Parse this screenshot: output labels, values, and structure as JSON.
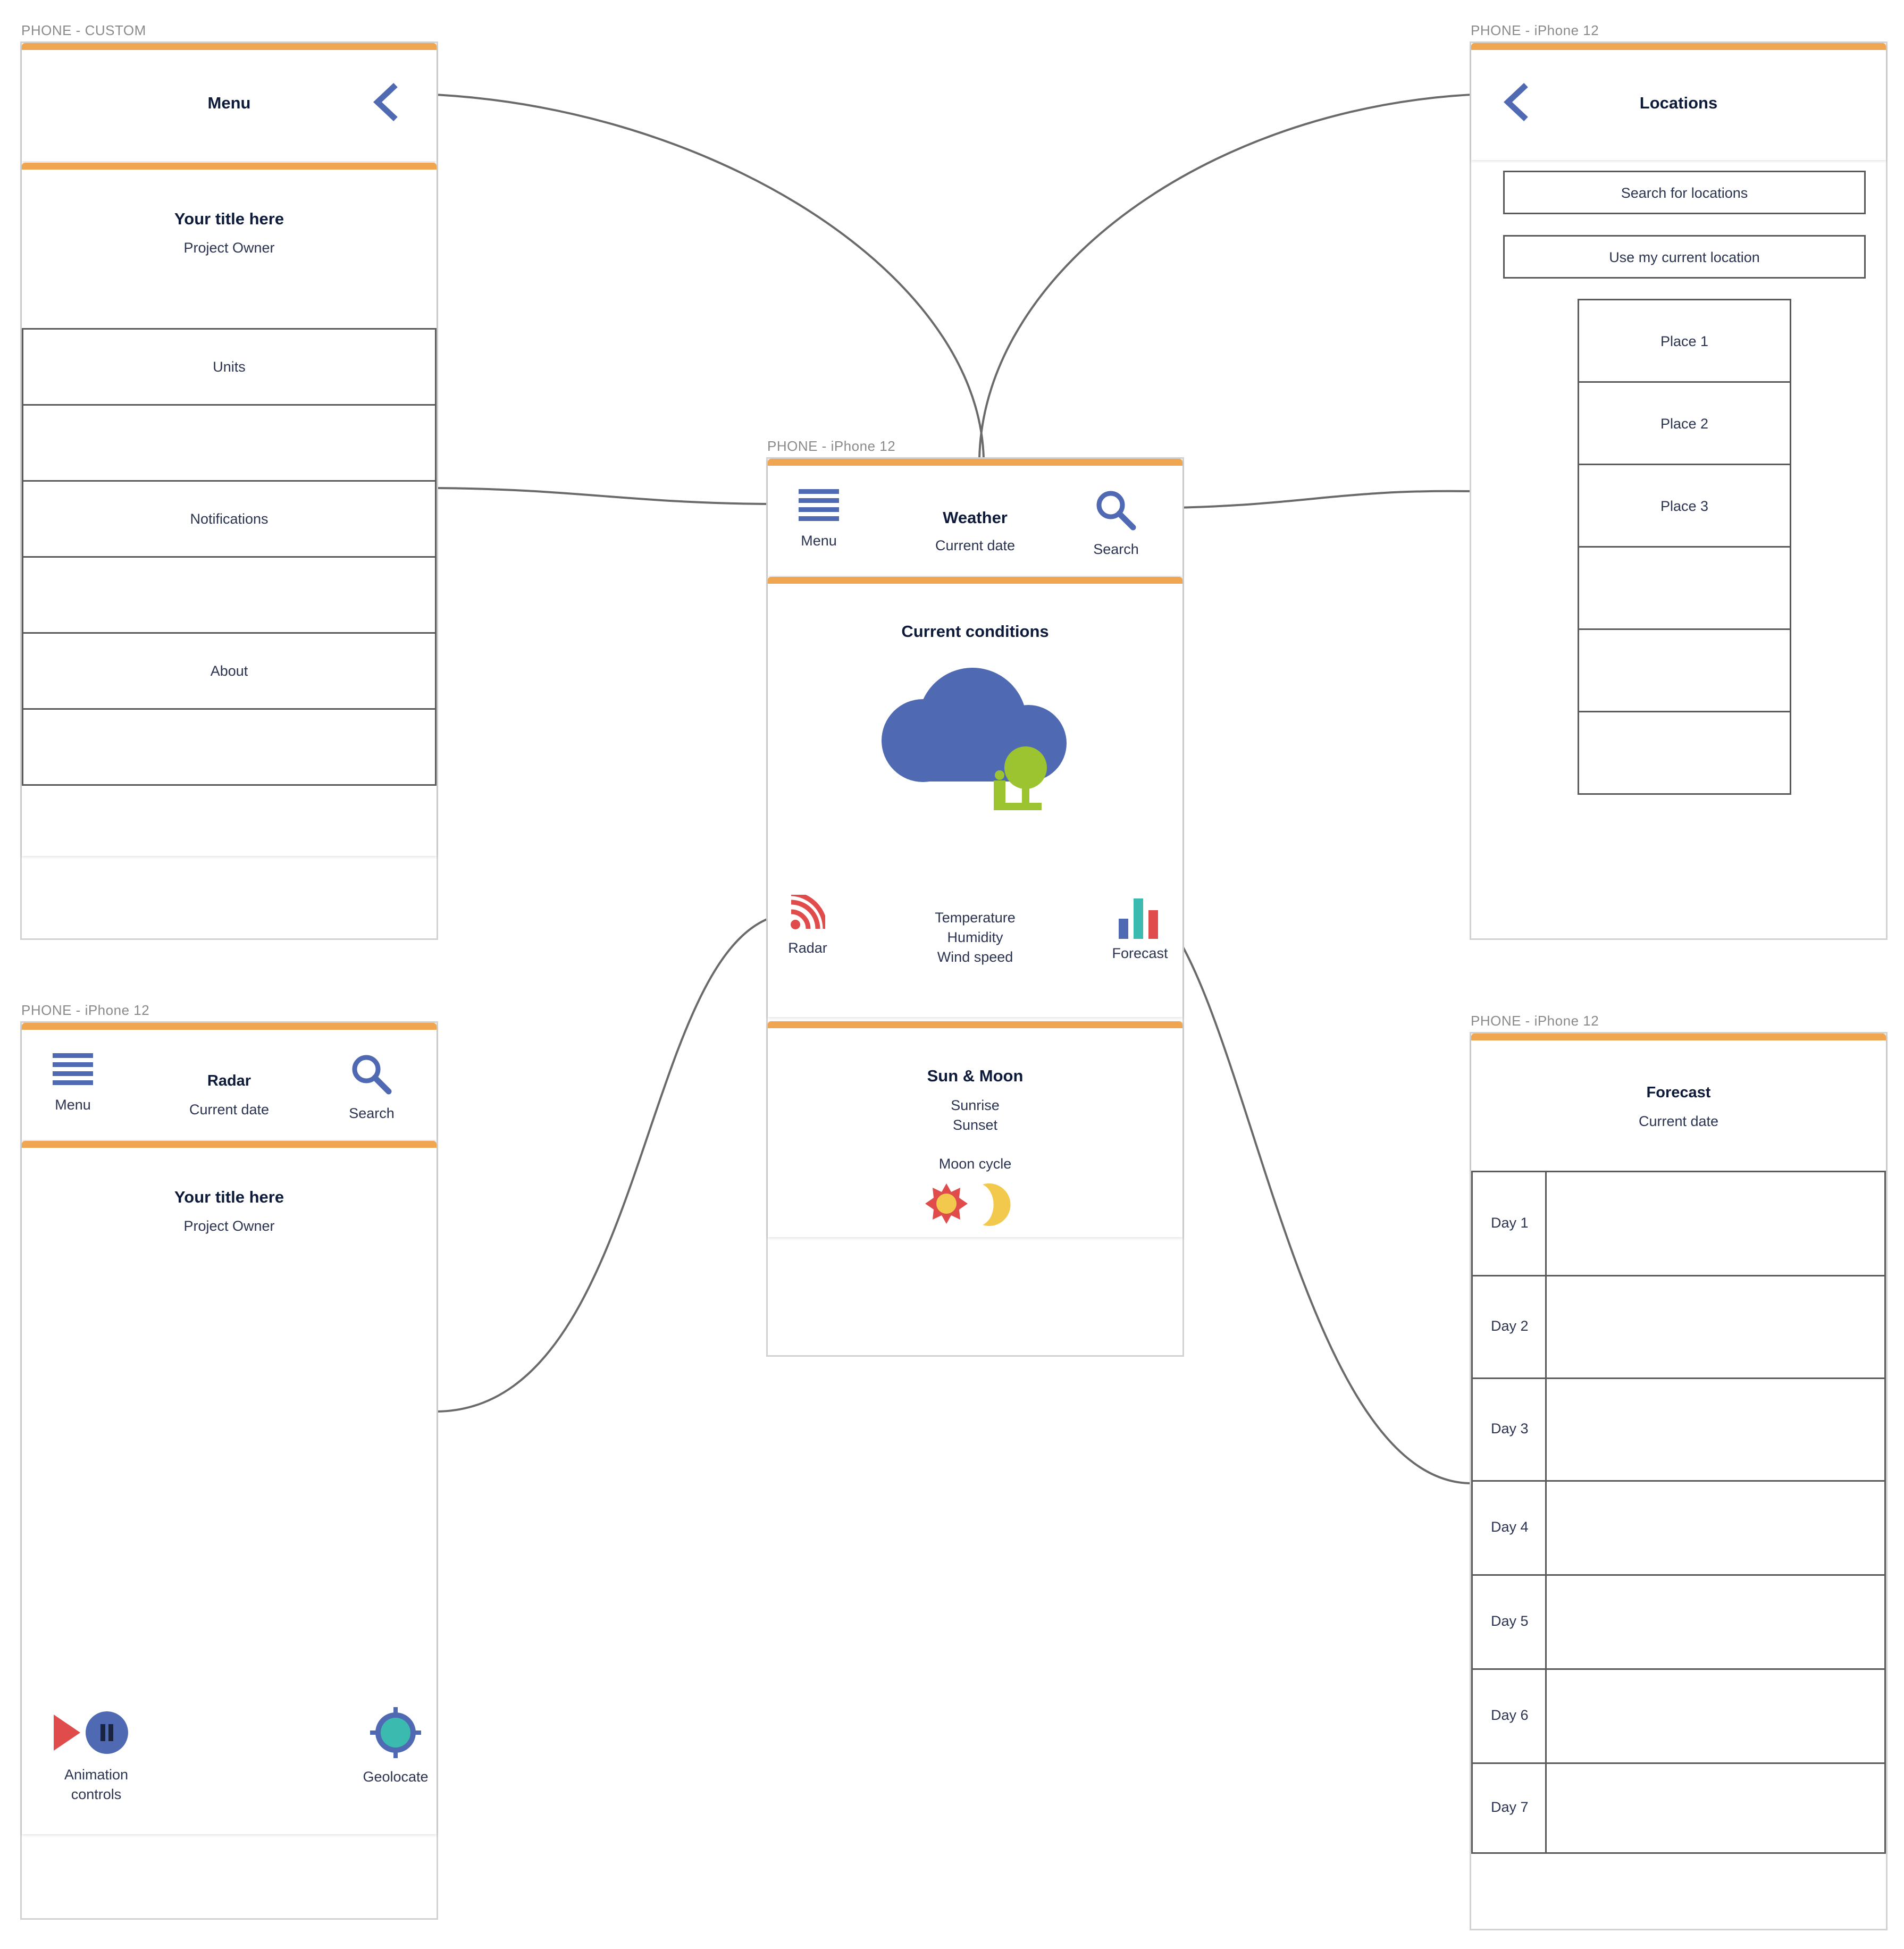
{
  "frames": {
    "menu": {
      "label": "PHONE - CUSTOM",
      "header_title": "Menu",
      "card_title": "Your title here",
      "card_subtitle": "Project Owner",
      "items": [
        "Units",
        "",
        "Notifications",
        "",
        "About",
        ""
      ]
    },
    "main": {
      "label": "PHONE - iPhone 12",
      "menu_label": "Menu",
      "title": "Weather",
      "date": "Current date",
      "search_label": "Search",
      "conditions_title": "Current conditions",
      "radar_label": "Radar",
      "details": [
        "Temperature",
        "Humidity",
        "Wind speed"
      ],
      "forecast_label": "Forecast",
      "sun_moon_title": "Sun & Moon",
      "sunrise": "Sunrise",
      "sunset": "Sunset",
      "moon_cycle": "Moon cycle"
    },
    "locations": {
      "label": "PHONE - iPhone 12",
      "header_title": "Locations",
      "search_button": "Search for locations",
      "current_location_button": "Use my current location",
      "places": [
        "Place 1",
        "Place 2",
        "Place 3",
        "",
        "",
        ""
      ]
    },
    "radar": {
      "label": "PHONE - iPhone 12",
      "menu_label": "Menu",
      "title": "Radar",
      "date": "Current date",
      "search_label": "Search",
      "card_title": "Your title here",
      "card_subtitle": "Project Owner",
      "animation_label_1": "Animation",
      "animation_label_2": "controls",
      "geolocate_label": "Geolocate"
    },
    "forecast": {
      "label": "PHONE - iPhone 12",
      "title": "Forecast",
      "date": "Current date",
      "days": [
        "Day 1",
        "Day 2",
        "Day 3",
        "Day 4",
        "Day 5",
        "Day 6",
        "Day 7"
      ]
    }
  },
  "colors": {
    "accent_bar": "#f0a550",
    "icon_blue": "#4f6ab3",
    "cloud_blue": "#4f6ab3",
    "tree_green": "#9cc430",
    "radar_red": "#e04c4c",
    "chart_teal": "#3bbbb0",
    "sun_red": "#e04c4c",
    "moon_yellow": "#f2c94c",
    "connector": "#6a6a6a"
  }
}
